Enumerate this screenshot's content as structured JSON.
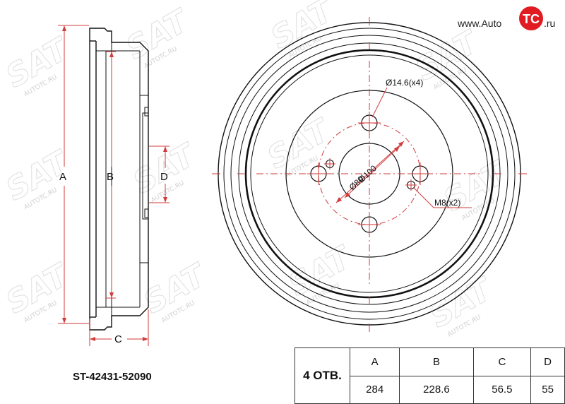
{
  "logo": {
    "prefix": "www.Auto",
    "mark": "TC",
    "suffix": ".ru"
  },
  "watermark": {
    "brand": "SAT",
    "site": "AUTOTC.RU"
  },
  "side_view": {
    "dim_labels": {
      "a": "A",
      "b": "B",
      "c": "C",
      "d": "D"
    }
  },
  "front_view": {
    "callouts": {
      "bolt_hole": "Ø14.6(x4)",
      "pcd": "Ø100",
      "center_bore": "Ø80",
      "screw": "M8(x2)"
    }
  },
  "part_number": "ST-42431-52090",
  "spec_table": {
    "holes_label": "4 ОТВ.",
    "headers": [
      "A",
      "B",
      "C",
      "D"
    ],
    "values": [
      "284",
      "228.6",
      "56.5",
      "55"
    ]
  }
}
